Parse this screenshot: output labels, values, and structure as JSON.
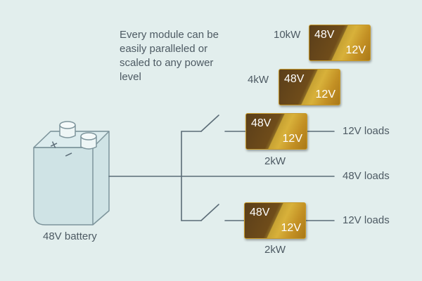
{
  "note": "Every module can be easily paralleled or scaled to any power level",
  "battery_label": "48V battery",
  "modules": [
    {
      "power": "10kW",
      "input": "48V",
      "output": "12V"
    },
    {
      "power": "4kW",
      "input": "48V",
      "output": "12V"
    },
    {
      "power": "2kW",
      "input": "48V",
      "output": "12V"
    },
    {
      "power": "2kW",
      "input": "48V",
      "output": "12V"
    }
  ],
  "loads": {
    "upper_12v": "12V loads",
    "bus_48v": "48V loads",
    "lower_12v": "12V loads"
  },
  "battery_symbols": {
    "plus": "+",
    "minus": "−"
  },
  "colors": {
    "background": "#e2eeed",
    "wire": "#5b6c77",
    "text": "#4d5a63",
    "battery_fill": "#c9dfe1",
    "module_dark": "#5a3e1a",
    "module_gold": "#d8b13a"
  }
}
